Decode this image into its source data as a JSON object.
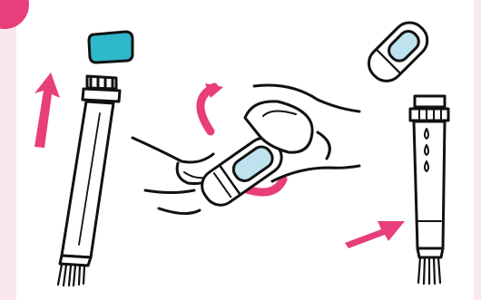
{
  "illustration": {
    "steps": [
      {
        "name": "remove-cap",
        "description_icon": "upward-arrow"
      },
      {
        "name": "twist-open-ampoule",
        "description_icon": "rotation-arrow"
      },
      {
        "name": "add-drops",
        "description_icon": "rightward-arrow"
      }
    ],
    "colors": {
      "accent": "#e83e7c",
      "cap": "#2fb8c9",
      "liquid": "#bfe3ee",
      "outline": "#111111",
      "frame": "#fbe7ee"
    }
  }
}
